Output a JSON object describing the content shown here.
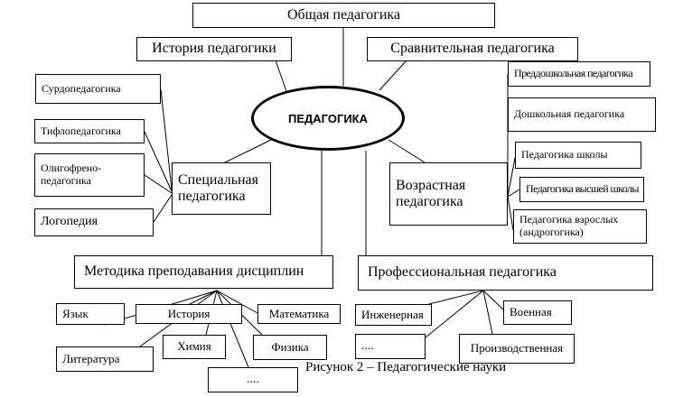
{
  "top": {
    "general": "Общая педагогика"
  },
  "branches": {
    "history": "История педагогики",
    "comparative": "Сравнительная педагогика"
  },
  "center": "ПЕДАГОГИКА",
  "special": {
    "title": "Специальная педагогика",
    "items": [
      "Сурдопедагогика",
      "Тифлопедагогика",
      "Олигофрено-педагогика",
      "Логопедия"
    ]
  },
  "age": {
    "title": "Возрастная педагогика",
    "items": [
      "Преддошкольная педагогика",
      "Дошкольная педагогика",
      "Педагогика школы",
      "Педагогика высшей школы",
      "Педагогика взрослых (андрогогика)"
    ]
  },
  "methods": {
    "title": "Методика преподавания дисциплин",
    "items": [
      "Язык",
      "История",
      "Математика",
      "Литература",
      "Химия",
      "Физика",
      "...."
    ]
  },
  "professional": {
    "title": "Профессиональная педагогика",
    "items": [
      "Инженерная",
      "Военная",
      "....",
      "Производственная"
    ]
  },
  "caption": "Рисунок 2 – Педагогические науки"
}
